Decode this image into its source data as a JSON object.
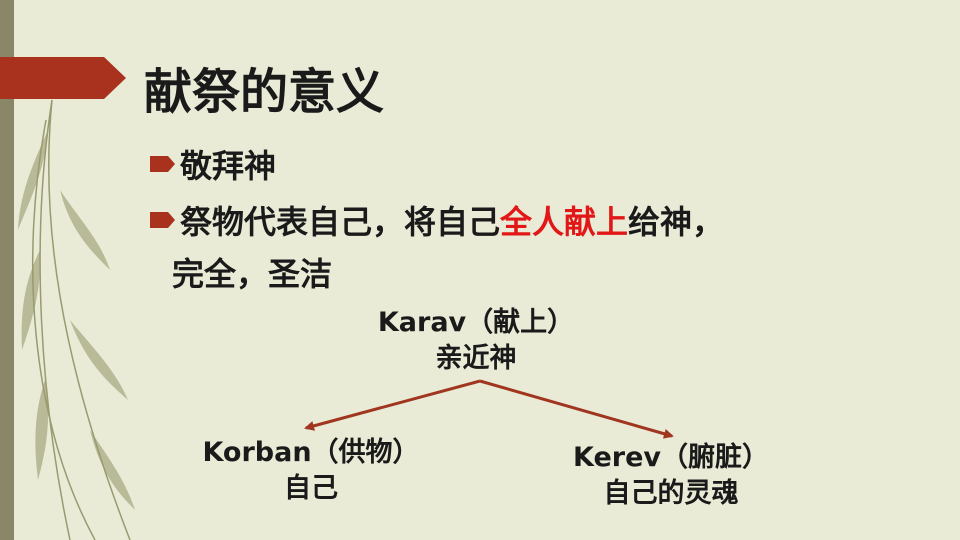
{
  "slide": {
    "title": "献祭的意义",
    "bullets": [
      {
        "text": "敬拜神"
      },
      {
        "text_before": "祭物代表自己，将自己",
        "highlight": "全人献上",
        "text_after": "给神，",
        "continuation": "完全，圣洁"
      }
    ],
    "highlight_color": "#e21818"
  },
  "diagram": {
    "root": {
      "line1": "Karav（献上）",
      "line2": "亲近神"
    },
    "left_child": {
      "line1": "Korban（供物）",
      "line2": "自己"
    },
    "right_child": {
      "line1": "Kerev（腑脏）",
      "line2": "自己的灵魂"
    },
    "arrow_color": "#a0361f"
  },
  "theme": {
    "background": "#e9ebd6",
    "accent": "#a8321e",
    "side_bar": "#8a8668"
  }
}
